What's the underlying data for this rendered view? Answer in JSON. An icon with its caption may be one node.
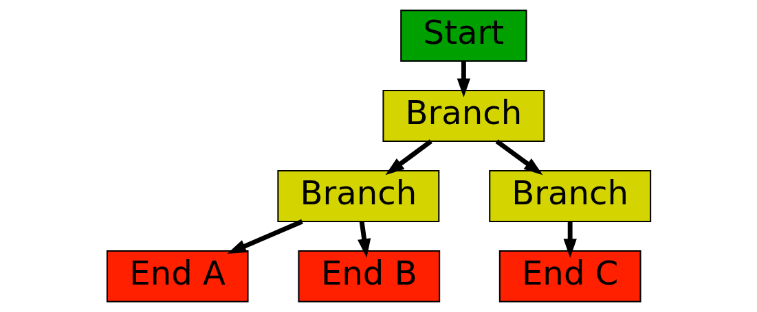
{
  "diagram": {
    "nodes": [
      {
        "text": [
          "Start"
        ]
      },
      {
        "text": [
          "Branch"
        ]
      },
      {
        "text": [
          "Branch"
        ]
      },
      {
        "text": [
          "Branch"
        ]
      },
      {
        "text": [
          "End A"
        ]
      },
      {
        "text": [
          "End B"
        ]
      },
      {
        "text": [
          "End C"
        ]
      }
    ],
    "edges": [
      {
        "from": 0,
        "to": 1,
        "arrow": "to"
      },
      {
        "from": 1,
        "to": 2,
        "arrow": "to"
      },
      {
        "from": 1,
        "to": 3,
        "arrow": "to"
      },
      {
        "from": 2,
        "to": 4,
        "arrow": "to"
      },
      {
        "from": 2,
        "to": 5,
        "arrow": "to"
      },
      {
        "from": 3,
        "to": 6,
        "arrow": "to"
      }
    ]
  }
}
